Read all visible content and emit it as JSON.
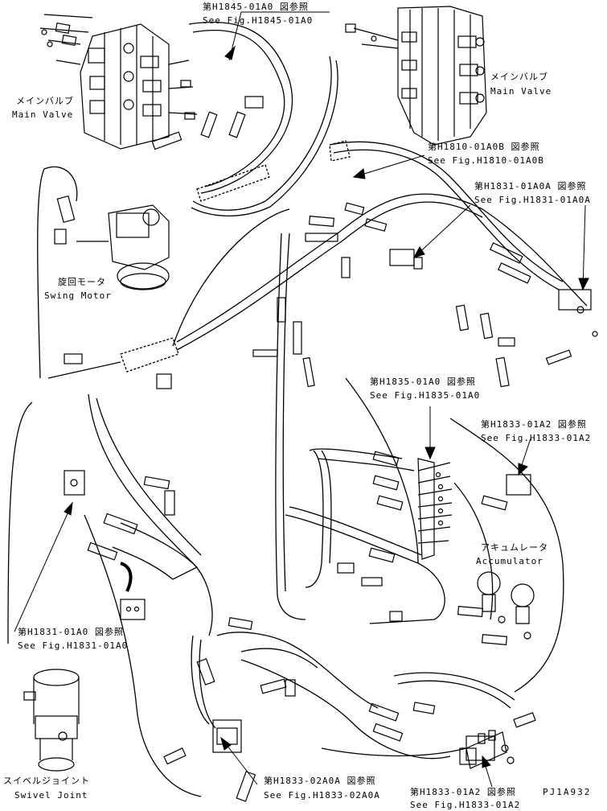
{
  "diagram": {
    "callouts": [
      {
        "id": "h1845",
        "jp": "第H1845-01A0 図参照",
        "en": "See Fig.H1845-01A0"
      },
      {
        "id": "main-valve-left",
        "jp": "メインバルブ",
        "en": "Main Valve"
      },
      {
        "id": "main-valve-right",
        "jp": "メインバルブ",
        "en": "Main Valve"
      },
      {
        "id": "h1810",
        "jp": "第H1810-01A0B 図参照",
        "en": "See Fig.H1810-01A0B"
      },
      {
        "id": "h1831a",
        "jp": "第H1831-01A0A 図参照",
        "en": "See Fig.H1831-01A0A"
      },
      {
        "id": "swing-motor",
        "jp": "旋回モータ",
        "en": "Swing Motor"
      },
      {
        "id": "h1835",
        "jp": "第H1835-01A0 図参照",
        "en": "See Fig.H1835-01A0"
      },
      {
        "id": "h1833a2-top",
        "jp": "第H1833-01A2 図参照",
        "en": "See Fig.H1833-01A2"
      },
      {
        "id": "accumulator",
        "jp": "アキュムレータ",
        "en": "Accumulator"
      },
      {
        "id": "h1831",
        "jp": "第H1831-01A0 図参照",
        "en": "See Fig.H1831-01A0"
      },
      {
        "id": "swivel-joint",
        "jp": "スイベルジョイント",
        "en": "Swivel Joint"
      },
      {
        "id": "h1833-02",
        "jp": "第H1833-02A0A 図参照",
        "en": "See Fig.H1833-02A0A"
      },
      {
        "id": "h1833a2-bottom",
        "jp": "第H1833-01A2 図参照",
        "en": "See Fig.H1833-01A2"
      }
    ],
    "drawing_code": "PJ1A932",
    "colors": {
      "ink": "#000000",
      "paper": "#ffffff"
    }
  }
}
